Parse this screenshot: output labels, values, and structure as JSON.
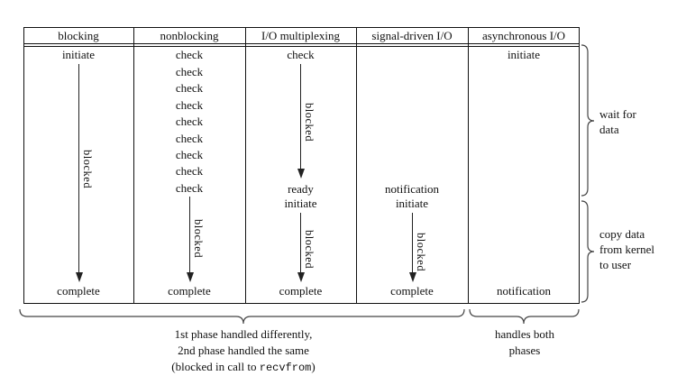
{
  "columns": {
    "blocking": {
      "header": "blocking",
      "initiate": "initiate",
      "blocked": "blocked",
      "complete": "complete"
    },
    "nonblocking": {
      "header": "nonblocking",
      "checks": [
        "check",
        "check",
        "check",
        "check",
        "check",
        "check",
        "check",
        "check",
        "check"
      ],
      "blocked": "blocked",
      "complete": "complete"
    },
    "io_multiplexing": {
      "header": "I/O multiplexing",
      "check": "check",
      "blocked_wait": "blocked",
      "ready": "ready",
      "initiate": "initiate",
      "blocked_copy": "blocked",
      "complete": "complete"
    },
    "signal_driven": {
      "header": "signal-driven I/O",
      "notification": "notification",
      "initiate": "initiate",
      "blocked": "blocked",
      "complete": "complete"
    },
    "asynchronous": {
      "header": "asynchronous I/O",
      "initiate": "initiate",
      "notification": "notification"
    }
  },
  "annotations": {
    "wait_for_data": {
      "line1": "wait for",
      "line2": "data"
    },
    "copy_data": {
      "line1": "copy data",
      "line2": "from kernel",
      "line3": "to user"
    },
    "phase_note": {
      "line1": "1st phase handled differently,",
      "line2": "2nd phase handled the same",
      "line3_prefix": "(blocked in call to ",
      "line3_code": "recvfrom",
      "line3_suffix": ")"
    },
    "handles_both": {
      "line1": "handles both",
      "line2": "phases"
    }
  },
  "colors": {
    "ink": "#111111",
    "background": "#ffffff"
  }
}
